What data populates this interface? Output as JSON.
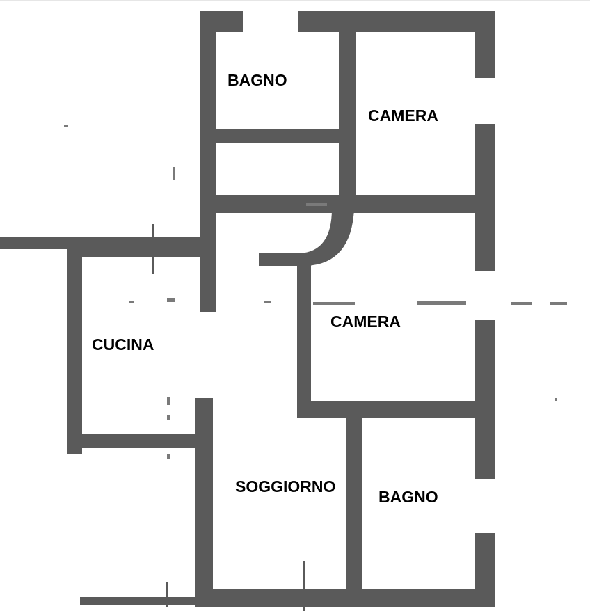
{
  "rooms": {
    "bagno_top": "BAGNO",
    "camera_top": "CAMERA",
    "camera_middle": "CAMERA",
    "cucina": "CUCINA",
    "soggiorno": "SOGGIORNO",
    "bagno_bottom": "BAGNO"
  },
  "colors": {
    "wall": "#5a5a5a",
    "background": "#ffffff",
    "label": "#000000"
  }
}
